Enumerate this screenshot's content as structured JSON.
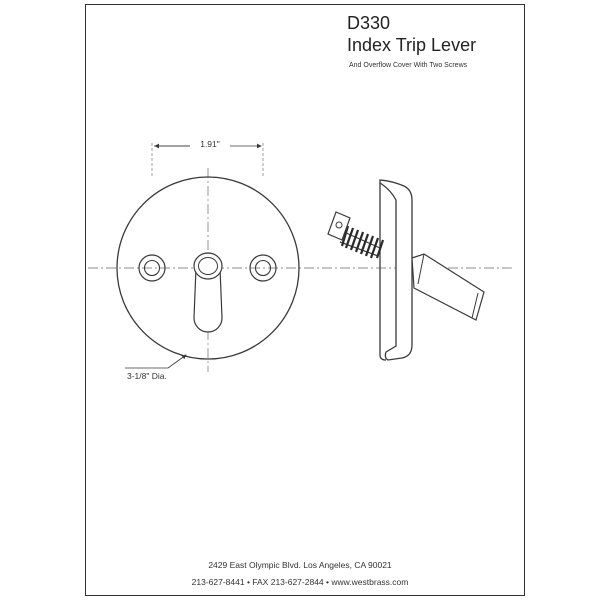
{
  "header": {
    "model": "D330",
    "product_name": "Index Trip Lever",
    "description": "And Overflow Cover With Two Screws"
  },
  "dimensions": {
    "screw_spacing": "1.91\"",
    "plate_diameter": "3-1/8\" Dia."
  },
  "footer": {
    "address": "2429 East Olympic Blvd. Los Angeles, CA  90021",
    "contact": "213-627-8441 • FAX 213-627-2844 • www.westbrass.com"
  },
  "colors": {
    "line": "#3a3a3a",
    "centerline": "#6a6a6a",
    "background": "#ffffff"
  }
}
